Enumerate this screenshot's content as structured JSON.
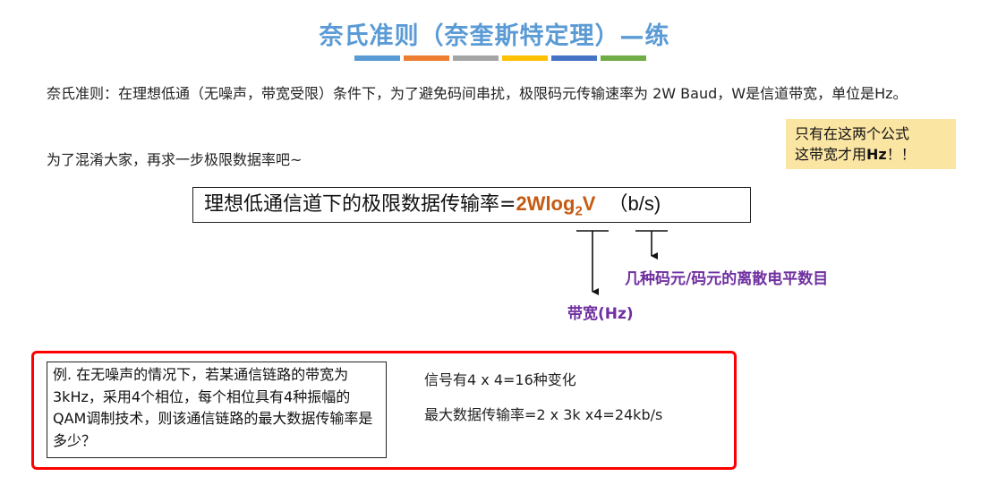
{
  "title": "奈氏准则（奈奎斯特定理）—练",
  "title_stripe_colors": [
    "#5b9bd5",
    "#ed7d31",
    "#a5a5a5",
    "#ffc000",
    "#4472c4",
    "#70ad47"
  ],
  "paragraph1": "奈氏准则：在理想低通（无噪声，带宽受限）条件下，为了避免码间串扰，极限码元传输速率为 2W Baud，W是信道带宽，单位是Hz。",
  "paragraph2": "为了混淆大家，再求一步极限数据率吧~",
  "note": {
    "line1": "只有在这两个公式",
    "line2_prefix": "这带宽才用",
    "line2_bold": "Hz",
    "line2_suffix": "！！"
  },
  "formula": {
    "prefix": "理想低通信道下的极限数据传输率=",
    "highlight_main": "2Wlog",
    "highlight_sub": "2",
    "highlight_end": "V",
    "unit": "（b/s)"
  },
  "annotations": {
    "levels": "几种码元/码元的离散电平数目",
    "bandwidth": "带宽(Hz)"
  },
  "example": {
    "question": "例. 在无噪声的情况下，若某通信链路的带宽为3kHz，采用4个相位，每个相位具有4种振幅的QAM调制技术，则该通信链路的最大数据传输率是多少？",
    "answer_line1": "信号有4 x 4=16种变化",
    "answer_line2": "最大数据传输率=2 x 3k x4=24kb/s"
  },
  "colors": {
    "title": "#5b9bd5",
    "formula_highlight": "#c55a11",
    "annotation": "#7030a0",
    "note_background": "#fbe5a3",
    "example_border": "#ff0000"
  }
}
